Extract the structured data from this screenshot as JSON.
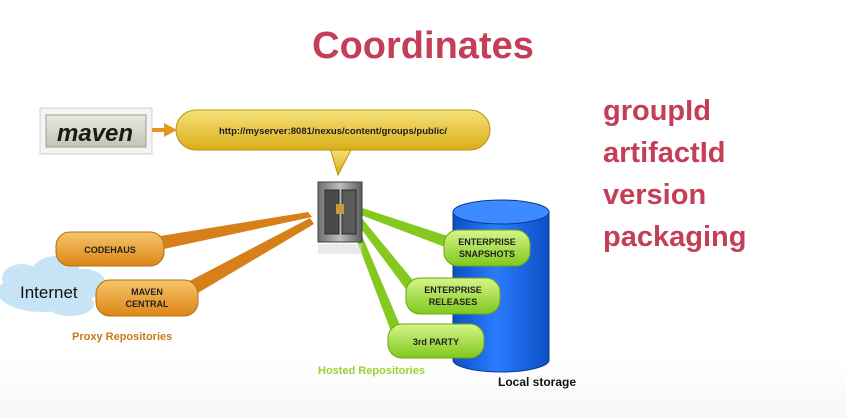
{
  "title": "Coordinates",
  "coordinates": [
    "groupId",
    "artifactId",
    "version",
    "packaging"
  ],
  "diagram": {
    "logo": "maven",
    "url": "http://myserver:8081/nexus/content/groups/public/",
    "internet": "Internet",
    "proxy": {
      "label": "Proxy Repositories",
      "items": [
        {
          "lines": [
            "CODEHAUS"
          ]
        },
        {
          "lines": [
            "MAVEN",
            "CENTRAL"
          ]
        }
      ]
    },
    "hosted": {
      "label": "Hosted Repositories",
      "items": [
        {
          "lines": [
            "ENTERPRISE",
            "SNAPSHOTS"
          ]
        },
        {
          "lines": [
            "ENTERPRISE",
            "RELEASES"
          ]
        },
        {
          "lines": [
            "3rd PARTY"
          ]
        }
      ]
    },
    "storage_label": "Local storage",
    "colors": {
      "title": "#c43e57",
      "proxy": "#e9961f",
      "hosted": "#8fd12a",
      "url_bubble": "#e5c228",
      "storage": "#1463e6",
      "proxy_label": "#c9781a",
      "hosted_label": "#9ad332",
      "cloud": "#c6e4f5"
    }
  }
}
